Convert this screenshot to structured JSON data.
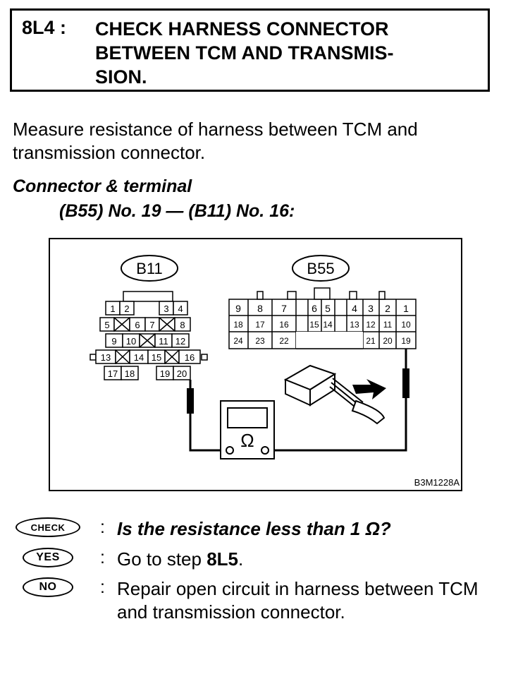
{
  "step": {
    "id": "8L4 :",
    "title": "CHECK HARNESS CONNECTOR\nBETWEEN TCM AND TRANSMIS-\nSION."
  },
  "instruction": "Measure resistance of harness between TCM and transmission connector.",
  "connector": {
    "heading": "Connector & terminal",
    "spec": "(B55) No. 19 — (B11) No. 16:"
  },
  "diagram": {
    "b11_label": "B11",
    "b55_label": "B55",
    "b11_pins": {
      "r1": [
        "1",
        "2",
        "3",
        "4"
      ],
      "r2": [
        "5",
        "6",
        "7",
        "8"
      ],
      "r3": [
        "9",
        "10",
        "11",
        "12"
      ],
      "r4": [
        "13",
        "14",
        "15",
        "16"
      ],
      "r5": [
        "17",
        "18",
        "19",
        "20"
      ]
    },
    "b55_pins": {
      "r1": [
        "9",
        "8",
        "7",
        "6",
        "5",
        "4",
        "3",
        "2",
        "1"
      ],
      "r2": [
        "18",
        "17",
        "16",
        "15",
        "14",
        "13",
        "12",
        "11",
        "10"
      ],
      "r3": [
        "24",
        "23",
        "22",
        "21",
        "20",
        "19"
      ]
    },
    "meter_symbol": "Ω",
    "figure_code": "B3M1228A"
  },
  "qa": [
    {
      "badge": "CHECK",
      "colon": ":",
      "text": "Is the resistance less than 1 Ω?"
    },
    {
      "badge": "YES",
      "colon": ":",
      "text_prefix": "Go to step ",
      "text_bold": "8L5",
      "text_suffix": "."
    },
    {
      "badge": "NO",
      "colon": ":",
      "text": "Repair open circuit in harness between TCM and transmission connector."
    }
  ]
}
